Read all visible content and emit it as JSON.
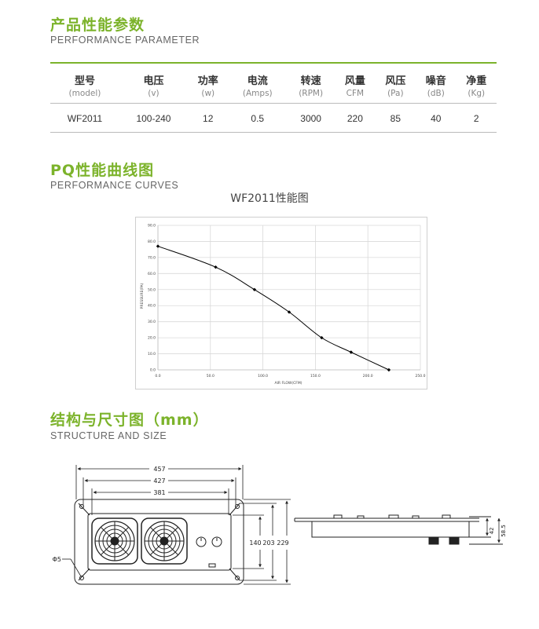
{
  "sections": {
    "performance": {
      "title": "产品性能参数",
      "subtitle": "PERFORMANCE PARAMETER"
    },
    "curves": {
      "title": "PQ性能曲线图",
      "subtitle": "PERFORMANCE CURVES"
    },
    "structure": {
      "title": "结构与尺寸图（mm）",
      "subtitle": "STRUCTURE AND SIZE"
    }
  },
  "spec_table": {
    "headers": [
      "型号",
      "电压",
      "功率",
      "电流",
      "转速",
      "风量",
      "风压",
      "噪音",
      "净重"
    ],
    "units": [
      "(model)",
      "(v)",
      "(w)",
      "(Amps)",
      "(RPM)",
      "CFM",
      "(Pa)",
      "(dB)",
      "(Kg)"
    ],
    "values": [
      "WF2011",
      "100-240",
      "12",
      "0.5",
      "3000",
      "220",
      "85",
      "40",
      "2"
    ]
  },
  "chart_title": "WF2011性能图",
  "chart_data": {
    "type": "line",
    "xlabel": "AIR FLOW(CFM)",
    "ylabel": "PRESSURE(PA)",
    "xlim": [
      0,
      250
    ],
    "ylim": [
      0,
      90
    ],
    "xticks": [
      "0.0",
      "50.0",
      "100.0",
      "150.0",
      "200.0",
      "250.0"
    ],
    "yticks": [
      "0.0",
      "10.0",
      "20.0",
      "30.0",
      "40.0",
      "50.0",
      "60.0",
      "70.0",
      "80.0",
      "90.0"
    ],
    "grid": true,
    "x": [
      0,
      55,
      92,
      125,
      156,
      184,
      220
    ],
    "y": [
      77,
      64,
      50,
      36,
      20,
      11,
      0
    ],
    "series_color": "#000000"
  },
  "drawing": {
    "dim_457": "457",
    "dim_427": "427",
    "dim_381": "381",
    "dim_140": "140",
    "dim_203": "203",
    "dim_229": "229",
    "dim_phi5": "Φ5",
    "dim_42": "42",
    "dim_58_5": "58.5"
  },
  "colors": {
    "accent": "#7cb32b"
  }
}
